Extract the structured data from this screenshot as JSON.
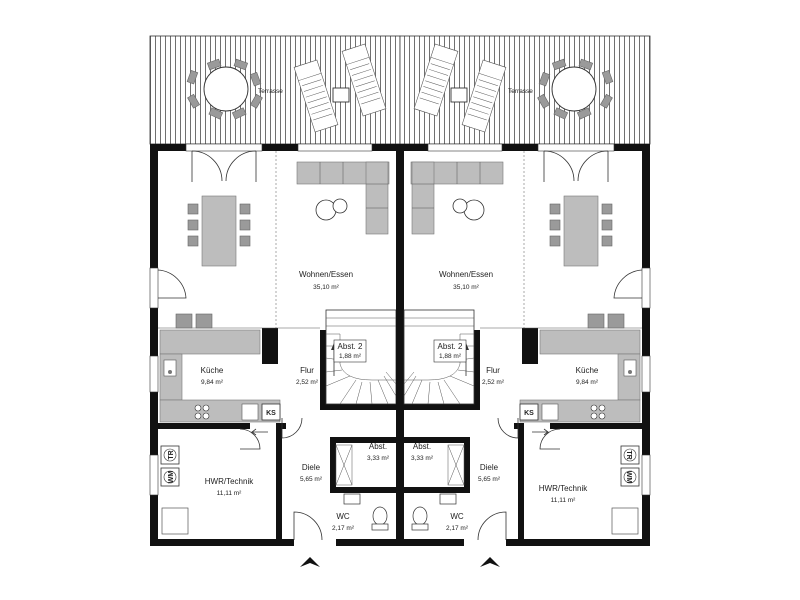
{
  "plan": {
    "units": {
      "left": {
        "terrace": "Terrasse",
        "rooms": [
          {
            "id": "wohnen",
            "name": "Wohnen/Essen",
            "area": "35,10 m²"
          },
          {
            "id": "kueche",
            "name": "Küche",
            "area": "9,84 m²"
          },
          {
            "id": "flur",
            "name": "Flur",
            "area": "2,52 m²"
          },
          {
            "id": "abst2",
            "name": "Abst. 2",
            "area": "1,88 m²"
          },
          {
            "id": "abst",
            "name": "Abst.",
            "area": "3,33 m²"
          },
          {
            "id": "diele",
            "name": "Diele",
            "area": "5,65 m²"
          },
          {
            "id": "hwr",
            "name": "HWR/Technik",
            "area": "11,11 m²"
          },
          {
            "id": "wc",
            "name": "WC",
            "area": "2,17 m²"
          }
        ],
        "appliances": {
          "ks": "KS",
          "tr": "TR",
          "wm": "WM"
        }
      },
      "right": {
        "terrace": "Terrasse",
        "rooms": [
          {
            "id": "wohnen",
            "name": "Wohnen/Essen",
            "area": "35,10 m²"
          },
          {
            "id": "kueche",
            "name": "Küche",
            "area": "9,84 m²"
          },
          {
            "id": "flur",
            "name": "Flur",
            "area": "2,52 m²"
          },
          {
            "id": "abst2",
            "name": "Abst. 2",
            "area": "1,88 m²"
          },
          {
            "id": "abst",
            "name": "Abst.",
            "area": "3,33 m²"
          },
          {
            "id": "diele",
            "name": "Diele",
            "area": "5,65 m²"
          },
          {
            "id": "hwr",
            "name": "HWR/Technik",
            "area": "11,11 m²"
          },
          {
            "id": "wc",
            "name": "WC",
            "area": "2,17 m²"
          }
        ],
        "appliances": {
          "ks": "KS",
          "tr": "TR",
          "wm": "WM"
        }
      }
    },
    "colors": {
      "wall": "#111111",
      "furniture": "#bdbdbd",
      "furniture_dark": "#9a9a9a",
      "line": "#333333"
    }
  }
}
